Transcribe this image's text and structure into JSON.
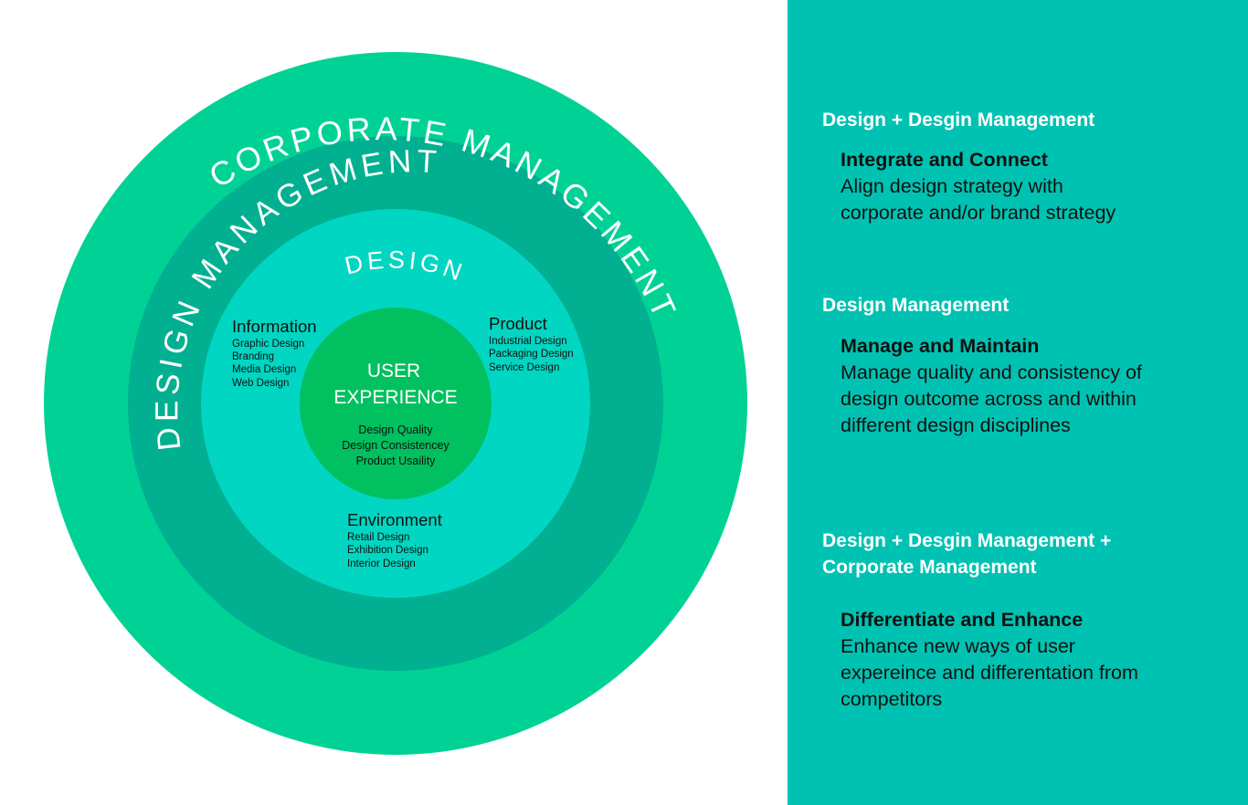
{
  "colors": {
    "outer_ring": "#00d295",
    "middle_ring": "#00b090",
    "inner_ring": "#00d6c2",
    "core": "#00c060",
    "panel": "#00c2b2"
  },
  "diagram": {
    "outer_label": "CORPORATE MANAGEMENT",
    "middle_label": "DESIGN MANAGEMENT",
    "inner_label": "DESIGN",
    "information": {
      "title": "Information",
      "items": [
        "Graphic Design",
        "Branding",
        "Media Design",
        "Web Design"
      ]
    },
    "product": {
      "title": "Product",
      "items": [
        "Industrial Design",
        "Packaging Design",
        "Service Design"
      ]
    },
    "environment": {
      "title": "Environment",
      "items": [
        "Retail Design",
        "Exhibition Design",
        "Interior Design"
      ]
    },
    "core": {
      "title_line1": "USER",
      "title_line2": "EXPERIENCE",
      "items": [
        "Design Quality",
        "Design Consistencey",
        "Product Usaility"
      ]
    }
  },
  "panel": {
    "sections": [
      {
        "heading_lines": [
          "Design + Desgin Management"
        ],
        "subtitle": "Integrate and Connect",
        "text_lines": [
          "Align design strategy with",
          "corporate and/or brand strategy"
        ]
      },
      {
        "heading_lines": [
          "Design Management"
        ],
        "subtitle": "Manage and Maintain",
        "text_lines": [
          "Manage quality and consistency of",
          "design outcome across and within",
          "different design disciplines"
        ]
      },
      {
        "heading_lines": [
          "Design + Desgin Management +",
          "Corporate Management"
        ],
        "subtitle": "Differentiate and Enhance",
        "text_lines": [
          "Enhance new ways of user",
          "expereince and differentation from",
          "competitors"
        ]
      }
    ]
  }
}
